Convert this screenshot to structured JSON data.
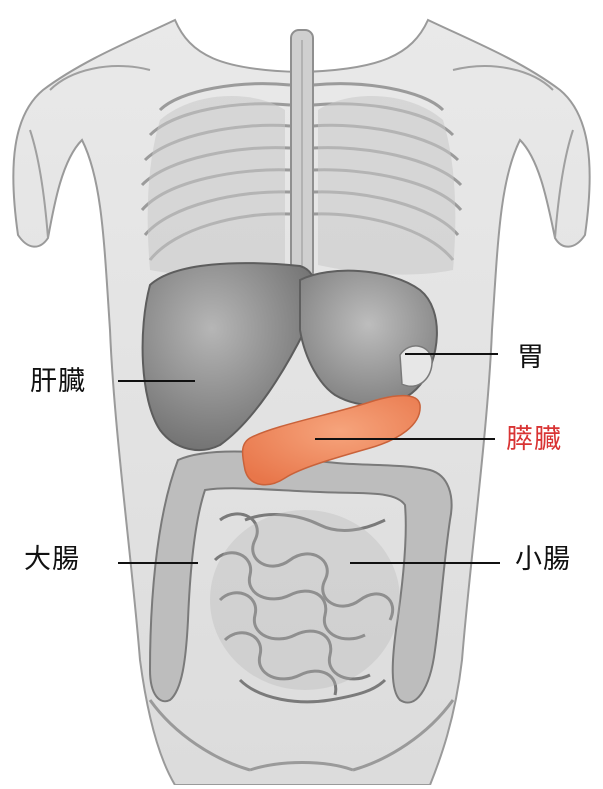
{
  "labels": {
    "liver": "肝臓",
    "stomach": "胃",
    "pancreas": "膵臓",
    "large_intestine": "大腸",
    "small_intestine": "小腸"
  },
  "colors": {
    "highlight": "#d93434",
    "pancreas_fill": "#f08a5e",
    "label_text": "#111111",
    "illustration_gray": "#8e8e8e"
  }
}
